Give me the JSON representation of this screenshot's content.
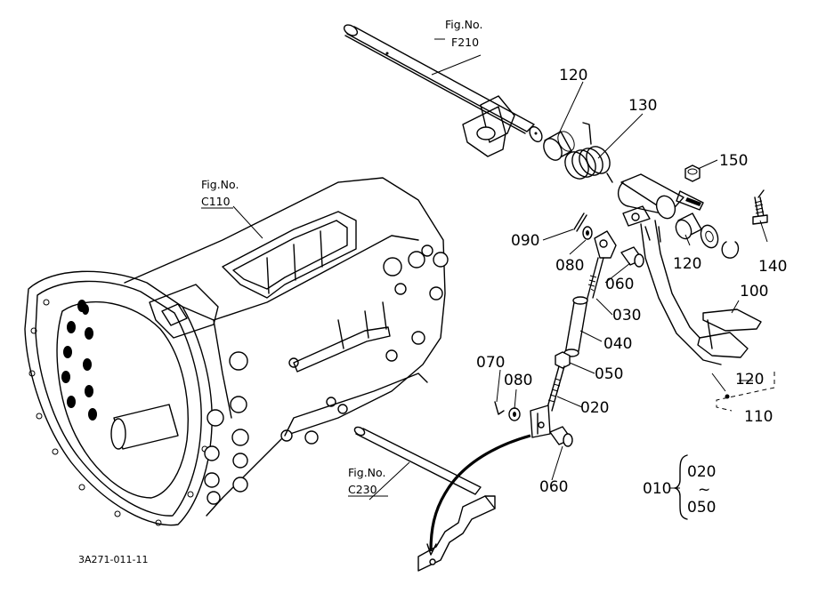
{
  "figure_refs": [
    {
      "id": "f210",
      "line1": "Fig.No.",
      "line2": "F210"
    },
    {
      "id": "c110",
      "line1": "Fig.No.",
      "line2": "C110"
    },
    {
      "id": "c230",
      "line1": "Fig.No.",
      "line2": "C230"
    }
  ],
  "part_labels": {
    "p120_top": "120",
    "p130": "130",
    "p150": "150",
    "p140": "140",
    "p120_mid": "120",
    "p100": "100",
    "p120_low": "120",
    "p110": "110",
    "p090": "090",
    "p080_top": "080",
    "p060_top": "060",
    "p030": "030",
    "p040": "040",
    "p050": "050",
    "p070": "070",
    "p080_low": "080",
    "p020": "020",
    "p060_low": "060"
  },
  "assembly_note": {
    "parent": "010",
    "from": "020",
    "range_symbol": "~",
    "to": "050"
  },
  "drawing_code": "3A271-011-11"
}
